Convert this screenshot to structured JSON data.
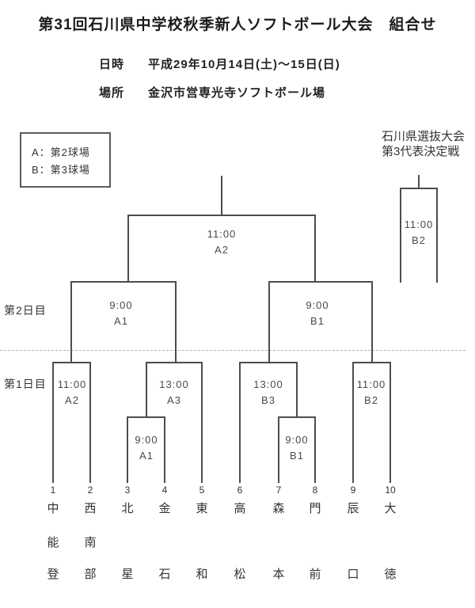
{
  "title": "第31回石川県中学校秋季新人ソフトボール大会　組合せ",
  "meta": {
    "date_label": "日時",
    "date_value": "平成29年10月14日(土)～15日(日)",
    "venue_label": "場所",
    "venue_value": "金沢市営専光寺ソフトボール場"
  },
  "legend": {
    "line1": "A：第2球場",
    "line2": "B：第3球場"
  },
  "side_note": {
    "line1": "石川県選抜大会",
    "line2": "第3代表決定戦"
  },
  "day_labels": {
    "day2": "第2日目",
    "day1": "第1日目"
  },
  "games": {
    "final": {
      "time": "11:00",
      "field": "A2"
    },
    "playoff": {
      "time": "11:00",
      "field": "B2"
    },
    "sf_a": {
      "time": "9:00",
      "field": "A1"
    },
    "sf_b": {
      "time": "9:00",
      "field": "B1"
    },
    "qf_a2": {
      "time": "11:00",
      "field": "A2"
    },
    "qf_a3": {
      "time": "13:00",
      "field": "A3"
    },
    "qf_b3": {
      "time": "13:00",
      "field": "B3"
    },
    "qf_b2": {
      "time": "11:00",
      "field": "B2"
    },
    "r1_a1": {
      "time": "9:00",
      "field": "A1"
    },
    "r1_b1": {
      "time": "9:00",
      "field": "B1"
    }
  },
  "teams": [
    {
      "number": "1",
      "c1": "中",
      "c2": "能",
      "c3": "登"
    },
    {
      "number": "2",
      "c1": "西",
      "c2": "南",
      "c3": "部"
    },
    {
      "number": "3",
      "c1": "北",
      "c2": "",
      "c3": "星"
    },
    {
      "number": "4",
      "c1": "金",
      "c2": "",
      "c3": "石"
    },
    {
      "number": "5",
      "c1": "東",
      "c2": "",
      "c3": "和"
    },
    {
      "number": "6",
      "c1": "高",
      "c2": "",
      "c3": "松"
    },
    {
      "number": "7",
      "c1": "森",
      "c2": "",
      "c3": "本"
    },
    {
      "number": "8",
      "c1": "門",
      "c2": "",
      "c3": "前"
    },
    {
      "number": "9",
      "c1": "辰",
      "c2": "",
      "c3": "口"
    },
    {
      "number": "10",
      "c1": "大",
      "c2": "",
      "c3": "徳"
    }
  ],
  "colors": {
    "line": "#4d4d4d",
    "dashed_separator": "#b3b3b3",
    "text": "#333333"
  }
}
